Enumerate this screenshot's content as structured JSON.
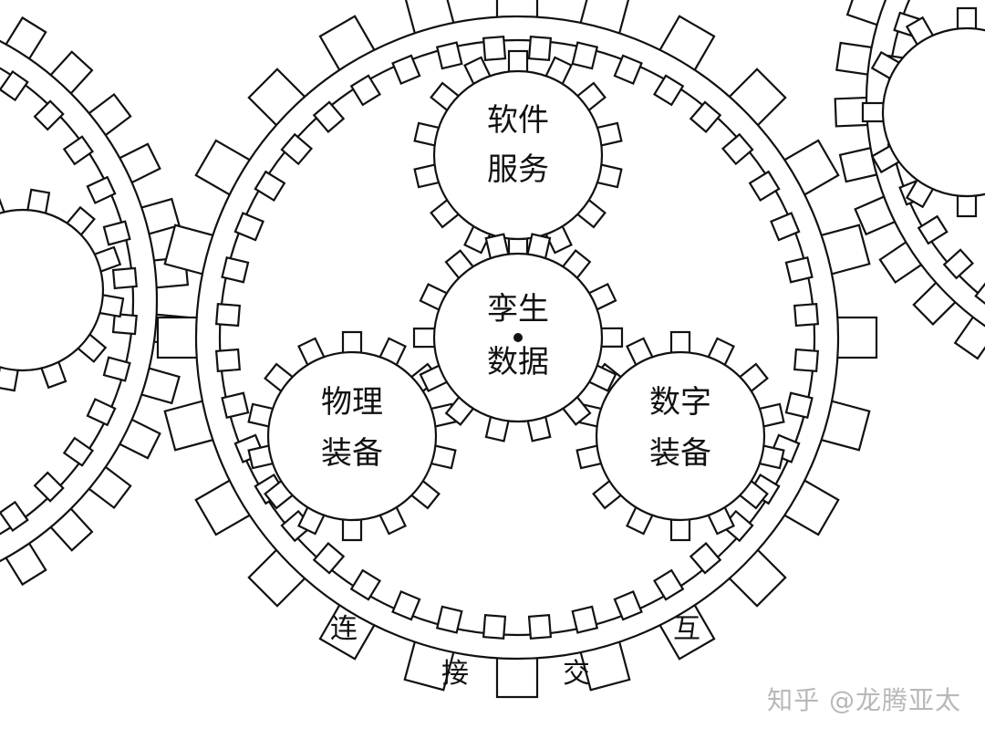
{
  "diagram": {
    "planet_top": {
      "line1": "软件",
      "line2": "服务"
    },
    "sun": {
      "line1": "孪生",
      "line2": "数据"
    },
    "planet_left": {
      "line1": "物理",
      "line2": "装备"
    },
    "planet_right": {
      "line1": "数字",
      "line2": "装备"
    },
    "ring_teeth_labels": [
      "连",
      "接",
      "交",
      "互"
    ]
  },
  "watermark": {
    "text": "知乎 @龙腾亚太"
  }
}
